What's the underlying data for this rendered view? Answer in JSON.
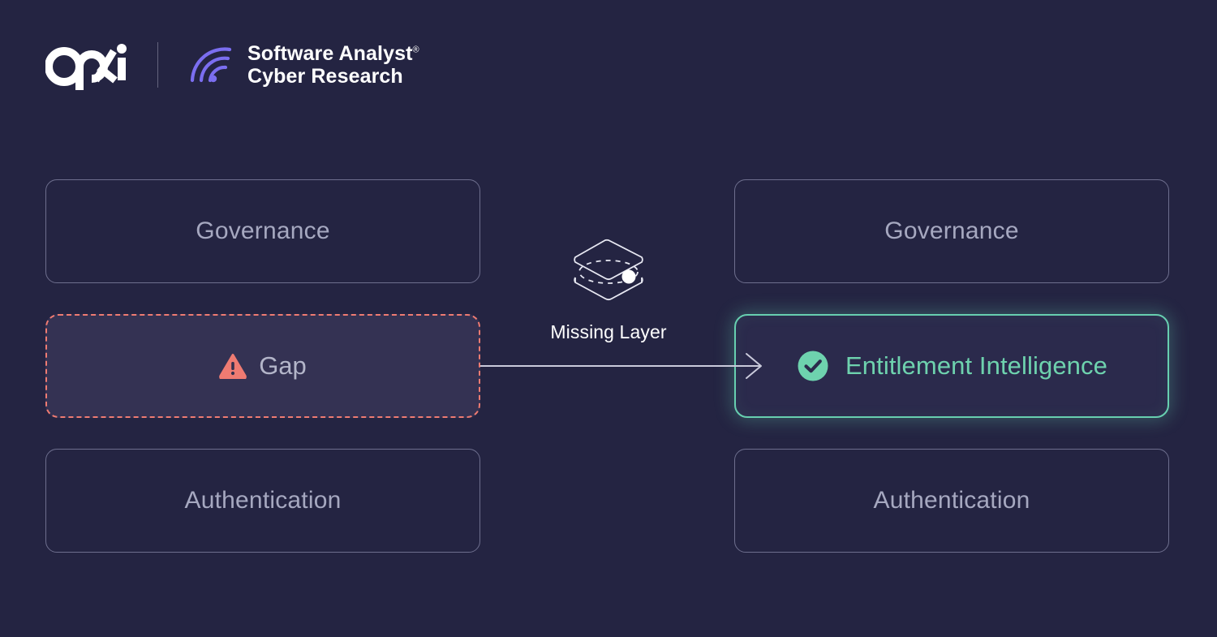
{
  "brand": {
    "opti_wordmark": "opti",
    "opti_icon": "opti-logo-icon",
    "divider_icon": "vertical-divider",
    "sacr_icon": "signal-arcs-icon",
    "sacr_line1": "Software Analyst",
    "sacr_registered": "®",
    "sacr_line2": "Cyber Research"
  },
  "diagram": {
    "left_column": {
      "items": [
        {
          "label": "Governance",
          "state": "plain"
        },
        {
          "label": "Gap",
          "state": "gap",
          "icon": "warning-triangle-icon"
        },
        {
          "label": "Authentication",
          "state": "plain"
        }
      ]
    },
    "right_column": {
      "items": [
        {
          "label": "Governance",
          "state": "plain"
        },
        {
          "label": "Entitlement Intelligence",
          "state": "highlight",
          "icon": "check-circle-icon"
        },
        {
          "label": "Authentication",
          "state": "plain"
        }
      ]
    },
    "center": {
      "icon": "stacked-layers-icon",
      "label": "Missing Layer",
      "arrow_icon": "right-arrow"
    }
  },
  "colors": {
    "background": "#242442",
    "box_border": "#6e6f8e",
    "box_text": "#a6a8c0",
    "gap_border": "#ef7b72",
    "gap_fill": "#343253",
    "gap_icon": "#ef7b72",
    "highlight_border": "#67cfb0",
    "highlight_text": "#6ed2ae",
    "highlight_fill": "#2b2a4c",
    "accent_purple": "#7b6ef0",
    "white": "#ffffff",
    "arrow": "#c9cadb"
  }
}
